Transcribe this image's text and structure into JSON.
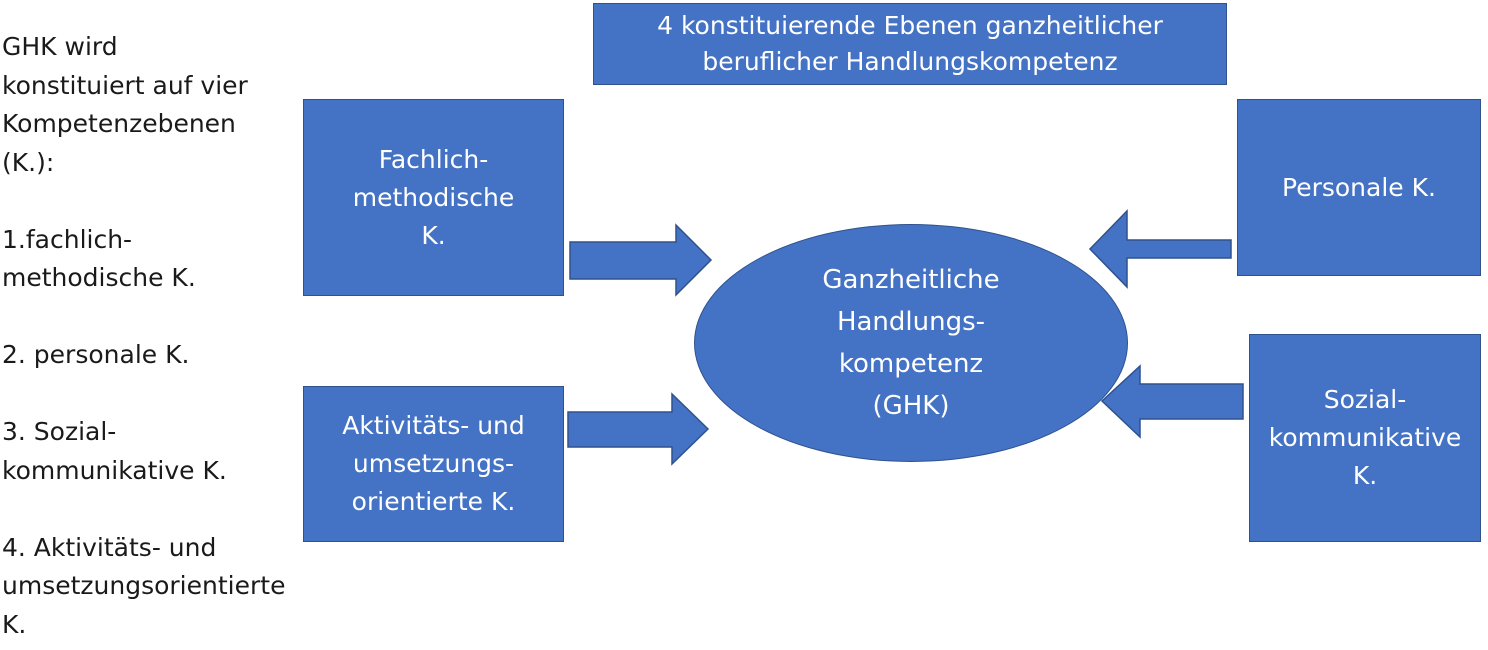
{
  "side_text": {
    "intro": [
      "GHK wird",
      "konstituiert auf vier",
      "Kompetenzebenen",
      "(K.):"
    ],
    "item1": [
      "1.fachlich-",
      "methodische K."
    ],
    "item2": [
      "2. personale K."
    ],
    "item3": [
      "3. Sozial-",
      "kommunikative K."
    ],
    "item4": [
      "4. Aktivitäts- und",
      "umsetzungsorientierte",
      "K."
    ]
  },
  "title_box": [
    "4 konstituierende Ebenen ganzheitlicher",
    "beruflicher Handlungskompetenz"
  ],
  "boxes": {
    "fachlich": [
      "Fachlich-",
      "methodische",
      "K."
    ],
    "aktiv": [
      "Aktivitäts- und",
      "umsetzungs-",
      "orientierte K."
    ],
    "personal": [
      "Personale K."
    ],
    "sozial": [
      "Sozial-",
      "kommunikative",
      "K."
    ]
  },
  "center": [
    "Ganzheitliche",
    "Handlungs-",
    "kompetenz",
    "(GHK)"
  ],
  "colors": {
    "shape_fill": "#4472c4",
    "shape_border": "#2f528f",
    "text_on_shape": "#ffffff"
  }
}
